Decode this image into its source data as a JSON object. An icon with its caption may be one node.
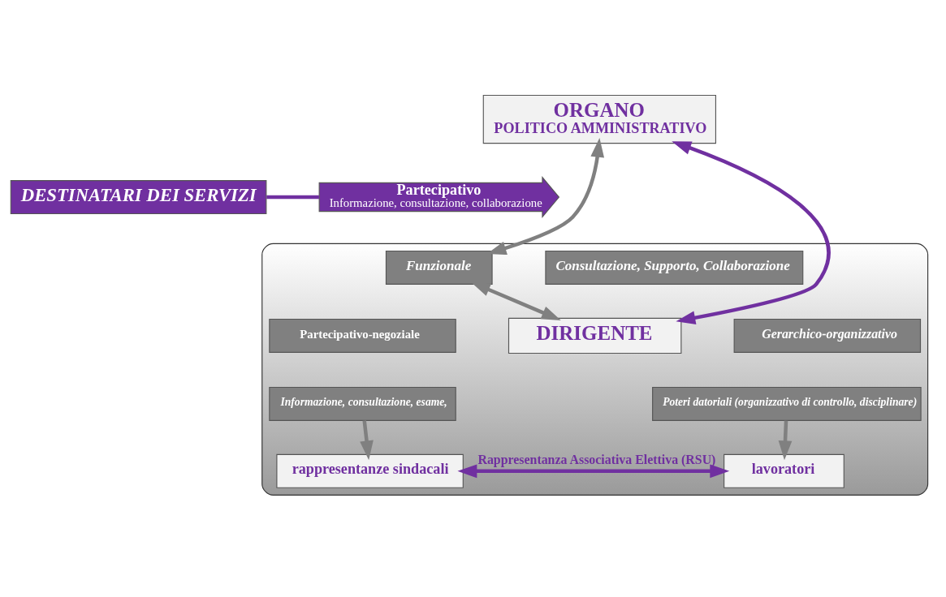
{
  "diagram": {
    "nodes": [
      {
        "text": [],
        "shape": "ellipse"
      },
      {
        "text": [
          "ORGANO",
          "POLITICO AMMINISTRATIVO"
        ]
      },
      {
        "text": [
          "DESTINATARI DEI SERVIZI"
        ]
      },
      {
        "text": [
          "Partecipativo",
          "Informazione, consultazione, collaborazione"
        ]
      },
      {
        "text": [
          "Funzionale"
        ],
        "in": 0
      },
      {
        "text": [
          "Consultazione, Supporto, Collaborazione"
        ],
        "in": 0
      },
      {
        "text": [
          "DIRIGENTE"
        ],
        "in": 0
      },
      {
        "text": [
          "Partecipativo-negoziale"
        ],
        "in": 0
      },
      {
        "text": [
          "Informazione, consultazione, esame,"
        ],
        "in": 0
      },
      {
        "text": [
          "Gerarchico-organizzativo"
        ],
        "in": 0
      },
      {
        "text": [
          "Poteri datoriali (organizzativo di controllo, disciplinare)"
        ],
        "in": 0
      },
      {
        "text": [
          "rappresentanze sindacali"
        ],
        "in": 0
      },
      {
        "text": [
          "lavoratori"
        ],
        "in": 0
      }
    ],
    "edges": [
      {
        "from": 2,
        "to": 3,
        "arrow": "none",
        "color": "#7030a0"
      },
      {
        "from": 1,
        "to": 4,
        "arrow": "both"
      },
      {
        "from": 4,
        "to": 6,
        "arrow": "both"
      },
      {
        "from": 1,
        "to": 6,
        "arrow": "both",
        "color": "#7030a0"
      },
      {
        "from": 8,
        "to": 11,
        "arrow": "to"
      },
      {
        "from": 10,
        "to": 12,
        "arrow": "to"
      },
      {
        "from": 11,
        "to": 12,
        "arrow": "both",
        "label": "Rappresentanza Associativa Elettiva (RSU)",
        "color": "#7030a0"
      }
    ]
  }
}
